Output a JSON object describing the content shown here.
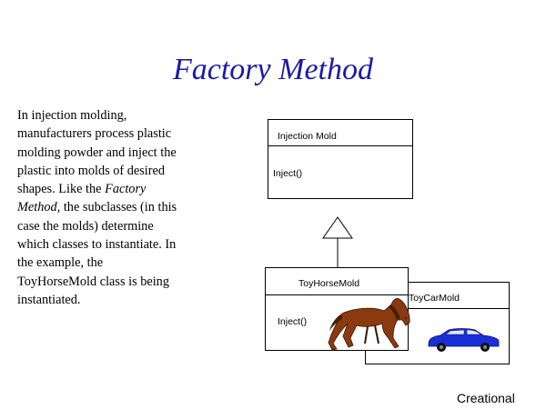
{
  "slide": {
    "title": "Factory Method",
    "footer": "Creational"
  },
  "description": {
    "part1": "In injection molding, manufacturers process plastic molding powder and inject the plastic into molds of desired shapes.  Like the ",
    "emphasis": "Factory Method",
    "part2": ", the subclasses (in this case the molds) determine which classes to instantiate.  In the example, the ToyHorseMold class is being instantiated."
  },
  "diagram": {
    "parent_class": {
      "name": "Injection Mold",
      "method": "Inject()"
    },
    "subclass_horse": {
      "name": "ToyHorseMold",
      "method": "Inject()"
    },
    "subclass_car": {
      "name": "ToyCarMold"
    },
    "icons": [
      "horse-icon",
      "car-icon",
      "inheritance-arrow-icon"
    ],
    "colors": {
      "title": "#1a1aa6",
      "horse": "#8b3a0f",
      "car": "#1a2fd6"
    }
  }
}
